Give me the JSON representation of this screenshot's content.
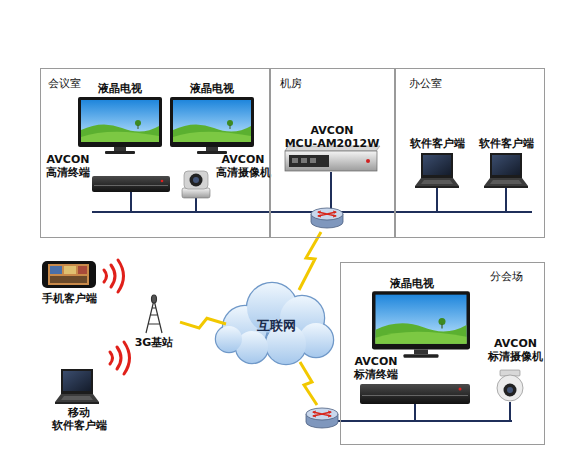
{
  "diagram": {
    "nodes": [
      {
        "text": [
          "会议室"
        ]
      },
      {
        "text": [
          "液晶电视"
        ],
        "in": 0
      },
      {
        "text": [
          "液晶电视"
        ],
        "in": 0
      },
      {
        "text": [
          "AVCON 高清终端"
        ],
        "in": 0
      },
      {
        "text": [
          "AVCON 高清摄像机"
        ],
        "in": 0
      },
      {
        "text": [
          "机房"
        ]
      },
      {
        "text": [
          "AVCON MCU-AM2012W"
        ],
        "in": 5
      },
      {
        "text": [
          "办公室"
        ]
      },
      {
        "text": [
          "软件客户端"
        ],
        "in": 7
      },
      {
        "text": [
          "软件客户端"
        ],
        "in": 7
      },
      {
        "text": [
          "互联网"
        ]
      },
      {
        "text": [
          "手机客户端"
        ]
      },
      {
        "text": [
          "3G基站"
        ]
      },
      {
        "text": [
          "移动 软件客户端"
        ]
      },
      {
        "text": [
          "分会场"
        ]
      },
      {
        "text": [
          "液晶电视"
        ],
        "in": 14
      },
      {
        "text": [
          "AVCON 标清终端"
        ],
        "in": 14
      },
      {
        "text": [
          "AVCON 标清摄像机"
        ],
        "in": 14
      }
    ],
    "edges": [
      {
        "from": 10,
        "to": 12,
        "arrow": "none"
      }
    ]
  }
}
